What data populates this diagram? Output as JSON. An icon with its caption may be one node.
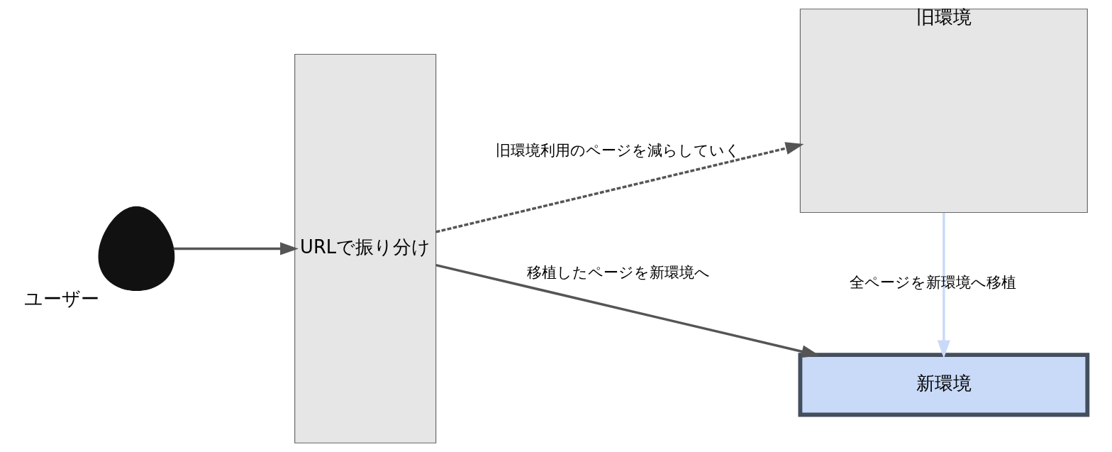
{
  "diagram": {
    "nodes": [
      {
        "text": [],
        "shape": "person",
        "beside": [
          "ユーザー"
        ]
      },
      {
        "text": [
          "URLで振り分け"
        ]
      },
      {
        "text": [
          "旧環境"
        ]
      },
      {
        "text": [
          "新環境"
        ]
      }
    ],
    "edges": [
      {
        "from": 0,
        "to": 1,
        "arrow": "to"
      },
      {
        "from": 1,
        "to": 2,
        "arrow": "to",
        "label": "旧環境利用のページを減らしていく",
        "style": "dashed"
      },
      {
        "from": 1,
        "to": 3,
        "arrow": "to",
        "label": "移植したページを新環境へ"
      },
      {
        "from": 2,
        "to": 3,
        "arrow": "to",
        "label": "全ページを新環境へ移植",
        "color": "#c9daf8"
      }
    ]
  }
}
